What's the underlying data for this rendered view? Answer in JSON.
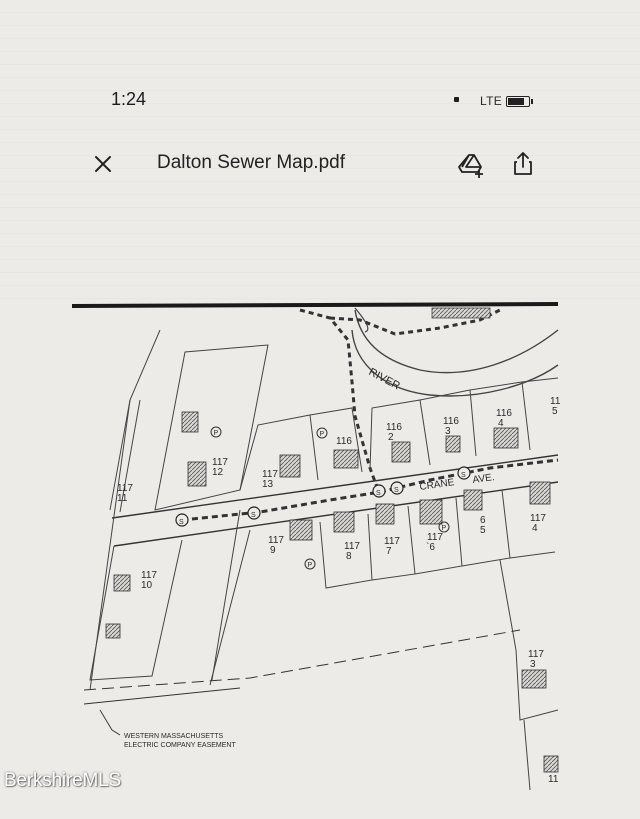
{
  "status_bar": {
    "time": "1:24",
    "network": "LTE",
    "icons": [
      "signal-dot-icon",
      "battery-icon"
    ]
  },
  "app_bar": {
    "title": "Dalton Sewer Map.pdf",
    "icons": [
      "close-icon",
      "add-to-drive-icon",
      "share-icon"
    ]
  },
  "map": {
    "labels": {
      "river": "RIVER",
      "street_1": "CRANE",
      "street_2": "AVE.",
      "easement_line1": "WESTERN MASSACHUSETTS",
      "easement_line2": "ELECTRIC COMPANY EASEMENT",
      "sewer_marker": "S",
      "pump_marker": "P"
    },
    "parcels": [
      {
        "block": "117",
        "lot": "11"
      },
      {
        "block": "117",
        "lot": "12"
      },
      {
        "block": "117",
        "lot": "13"
      },
      {
        "block": "116",
        "lot": ""
      },
      {
        "block": "116",
        "lot": "2"
      },
      {
        "block": "116",
        "lot": "3"
      },
      {
        "block": "116",
        "lot": "4"
      },
      {
        "block": "11",
        "lot": "5"
      },
      {
        "block": "117",
        "lot": "10"
      },
      {
        "block": "117",
        "lot": "9"
      },
      {
        "block": "117",
        "lot": "8"
      },
      {
        "block": "117",
        "lot": "7"
      },
      {
        "block": "117",
        "lot": "`6"
      },
      {
        "block": "6",
        "lot": "5"
      },
      {
        "block": "117",
        "lot": "4"
      },
      {
        "block": "117",
        "lot": "3"
      },
      {
        "block": "11",
        "lot": ""
      }
    ]
  },
  "watermark": "BerkshireMLS"
}
